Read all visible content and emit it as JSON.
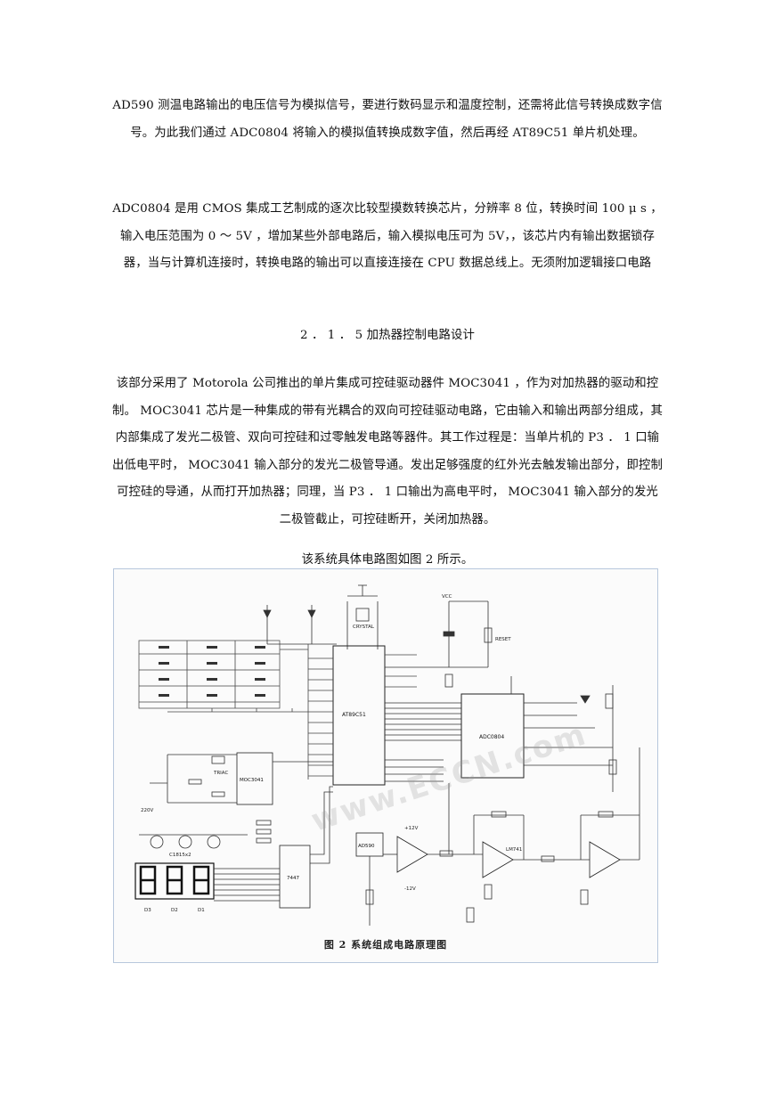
{
  "paragraphs": {
    "p1": "AD590 测温电路输出的电压信号为模拟信号，要进行数码显示和温度控制，还需将此信号转换成数字信号。为此我们通过 ADC0804 将输入的模拟值转换成数字值，然后再经 AT89C51 单片机处理。",
    "p2": "ADC0804 是用 CMOS 集成工艺制成的逐次比较型摸数转换芯片，分辨率 8 位，转换时间 100 μ s ，输入电压范围为 0 ～ 5V ，增加某些外部电路后，输入模拟电压可为 5V，，该芯片内有输出数据锁存器，当与计算机连接时，转换电路的输出可以直接连接在 CPU 数据总线上。无须附加逻辑接口电路",
    "heading": "2 ． 1 ． 5 加热器控制电路设计",
    "p3": "该部分采用了 Motorola 公司推出的单片集成可控硅驱动器件 MOC3041 ，作为对加热器的驱动和控制。 MOC3041 芯片是一种集成的带有光耦合的双向可控硅驱动电路，它由输入和输出两部分组成，其内部集成了发光二极管、双向可控硅和过零触发电路等器件。其工作过程是：当单片机的 P3 ． 1 口输出低电平时， MOC3041 输入部分的发光二极管导通。发出足够强度的红外光去触发输出部分，即控制可控硅的导通，从而打开加热器；同理，当 P3 ． 1 口输出为高电平时， MOC3041 输入部分的发光二极管截止，可控硅断开，关闭加热器。",
    "caption_line": "该系统具体电路图如图 2 所示。"
  },
  "figure": {
    "caption": "图 2   系统组成电路原理图",
    "watermark": "www.ECCN.com",
    "labels": {
      "mcu": "AT89C51",
      "adc": "ADC0804",
      "moc": "MOC3041",
      "ic7447": "7447",
      "ad590": "AD590",
      "opamp": "LM741",
      "crystal": "CRYSTAL",
      "reset": "RESET",
      "vcc": "VCC",
      "triac": "TRIAC",
      "seg_driver": "C1815x2",
      "seg_names": [
        "D3",
        "D2",
        "D1"
      ],
      "plus12": "+12V",
      "minus12": "-12V",
      "ac": "220V"
    }
  }
}
